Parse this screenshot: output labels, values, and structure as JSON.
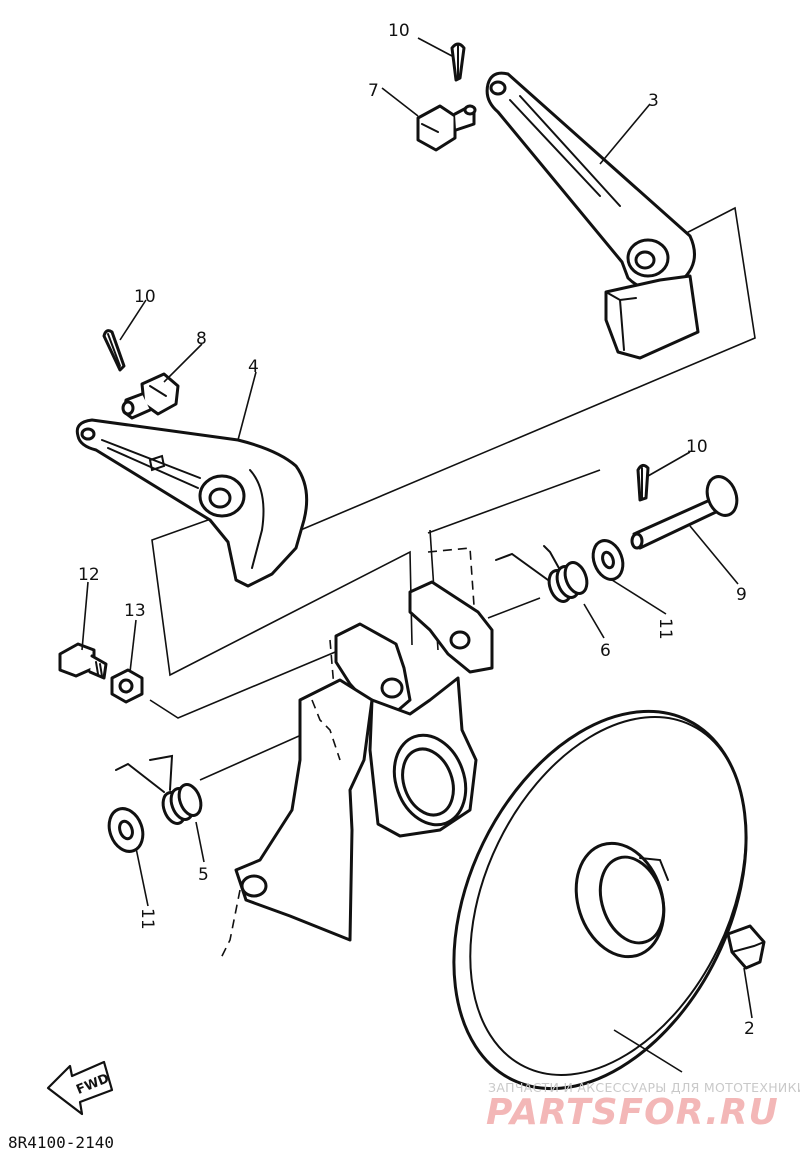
{
  "callouts": [
    {
      "id": "c10a",
      "text": "10"
    },
    {
      "id": "c7",
      "text": "7"
    },
    {
      "id": "c3",
      "text": "3"
    },
    {
      "id": "c10b",
      "text": "10"
    },
    {
      "id": "c8",
      "text": "8"
    },
    {
      "id": "c4",
      "text": "4"
    },
    {
      "id": "c10c",
      "text": "10"
    },
    {
      "id": "c9",
      "text": "9"
    },
    {
      "id": "c12",
      "text": "12"
    },
    {
      "id": "c13",
      "text": "13"
    },
    {
      "id": "c6",
      "text": "6"
    },
    {
      "id": "c11a",
      "text": "11"
    },
    {
      "id": "c5",
      "text": "5"
    },
    {
      "id": "c11b",
      "text": "11"
    },
    {
      "id": "c2",
      "text": "2"
    }
  ],
  "fwd_label": "FWD",
  "diagram_code": "8R4100-2140",
  "watermark": {
    "tagline": "ЗАПЧАСТИ И АКСЕССУАРЫ ДЛЯ МОТОТЕХНИКИ",
    "brand": "PARTSFOR.RU"
  }
}
